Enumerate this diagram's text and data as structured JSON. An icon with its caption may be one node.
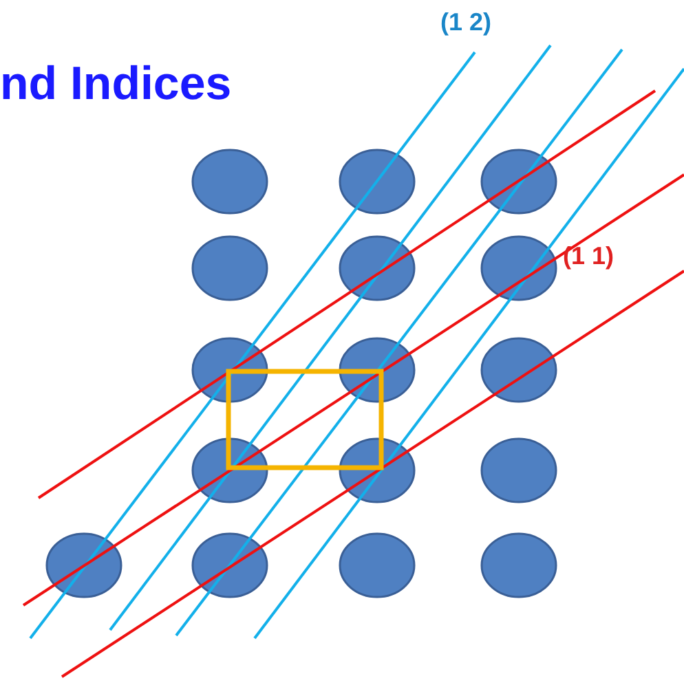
{
  "diagram": {
    "title": "nd Indices",
    "labels": [
      "(1 2)",
      "(1 1)"
    ]
  }
}
